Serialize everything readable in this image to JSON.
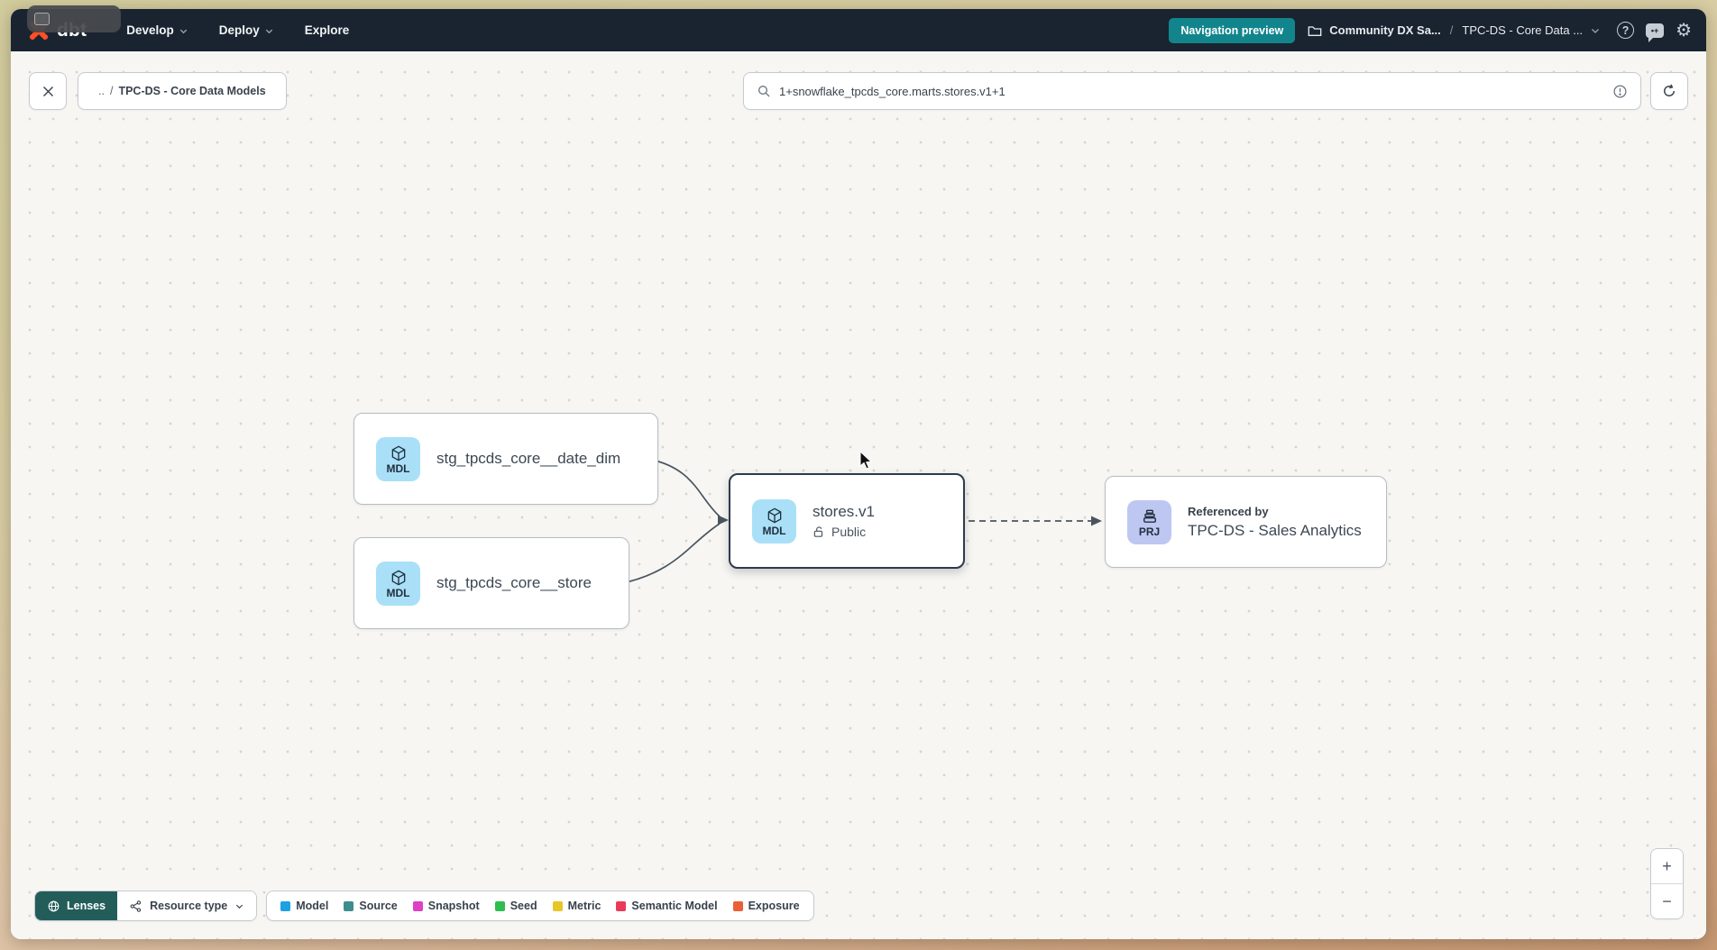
{
  "topnav": {
    "logo_text": "dbt",
    "menus": [
      {
        "label": "Develop"
      },
      {
        "label": "Deploy"
      },
      {
        "label": "Explore"
      }
    ],
    "preview_badge": "Navigation preview",
    "breadcrumb": {
      "project": "Community DX Sa...",
      "separator": "/",
      "environment": "TPC-DS - Core Data ..."
    }
  },
  "toolbar": {
    "breadcrumb_chip": {
      "up_link": "..",
      "separator": "/",
      "label": "TPC-DS - Core Data Models"
    },
    "search": {
      "value": "1+snowflake_tpcds_core.marts.stores.v1+1"
    }
  },
  "graph": {
    "nodes": {
      "date_dim": {
        "badge": "MDL",
        "label": "stg_tpcds_core__date_dim"
      },
      "store": {
        "badge": "MDL",
        "label": "stg_tpcds_core__store"
      },
      "stores_v1": {
        "badge": "MDL",
        "label": "stores.v1",
        "access": "Public"
      },
      "sales_analytics": {
        "badge": "PRJ",
        "kicker": "Referenced by",
        "label": "TPC-DS - Sales Analytics"
      }
    }
  },
  "footer": {
    "lenses_label": "Lenses",
    "resource_type_label": "Resource type",
    "legend": [
      {
        "label": "Model",
        "color": "#1da1e3"
      },
      {
        "label": "Source",
        "color": "#3d8d8d"
      },
      {
        "label": "Snapshot",
        "color": "#df3fc5"
      },
      {
        "label": "Seed",
        "color": "#2ebd4e"
      },
      {
        "label": "Metric",
        "color": "#e9c526"
      },
      {
        "label": "Semantic Model",
        "color": "#e93a57"
      },
      {
        "label": "Exposure",
        "color": "#eb5f38"
      }
    ]
  },
  "zoom_controls": {
    "zoom_in": "+",
    "zoom_out": "−"
  },
  "colors": {
    "nav_bg": "#1a2431",
    "badge_teal": "#12858c",
    "lenses_teal": "#235d5a",
    "model_badge_bg": "#a9e0f8",
    "project_badge_bg": "#bdc7f2",
    "edge": "#4a545f",
    "brand_orange": "#ff4f24"
  }
}
